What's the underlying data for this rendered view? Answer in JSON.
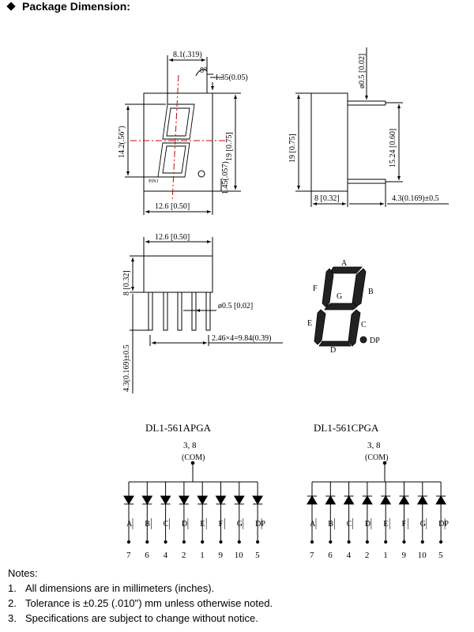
{
  "heading": "Package Dimension:",
  "front_view": {
    "dim_slant": "8.1(.319)",
    "dim_angle": "8°",
    "dim_top_right": "1.35(0.05)",
    "dim_digit_height": "14.2(.56\")",
    "dim_height": "19 [0.75]",
    "dim_bottom": "1.45(.057)",
    "dim_width": "12.6 [0.50]",
    "pin_label": "PIN1"
  },
  "side_view": {
    "dim_pin_dia": "ø0.5 [0.02]",
    "dim_height": "19 [0.75]",
    "dim_pin_span": "15.24 [0.60]",
    "dim_depth": "8 [0.32]",
    "dim_pin_len": "4.3(0.169)±0.5"
  },
  "bottom_view": {
    "dim_width": "12.6 [0.50]",
    "dim_depth": "8 [0.32]",
    "dim_pin_dia": "ø0.5 [0.02]",
    "dim_pin_pitch": "2.46×4=9.84(0.39)",
    "dim_pin_len": "4.3(0.169)±0.5"
  },
  "segment_diagram": {
    "labels": {
      "a": "A",
      "b": "B",
      "c": "C",
      "d": "D",
      "e": "E",
      "f": "F",
      "g": "G",
      "dp": "DP"
    }
  },
  "circuits": [
    {
      "model": "DL1-561APGA",
      "com_pins": "3, 8",
      "com_label": "(COM)",
      "segments": [
        "A",
        "B",
        "C",
        "D",
        "E",
        "F",
        "G",
        "DP"
      ],
      "pins": [
        "7",
        "6",
        "4",
        "2",
        "1",
        "9",
        "10",
        "5"
      ],
      "diode_direction": "down"
    },
    {
      "model": "DL1-561CPGA",
      "com_pins": "3, 8",
      "com_label": "(COM)",
      "segments": [
        "A",
        "B",
        "C",
        "D",
        "E",
        "F",
        "G",
        "DP"
      ],
      "pins": [
        "7",
        "6",
        "4",
        "2",
        "1",
        "9",
        "10",
        "5"
      ],
      "diode_direction": "up"
    }
  ],
  "notes": {
    "title": "Notes:",
    "items": [
      {
        "num": "1.",
        "text": "All dimensions are in millimeters (inches)."
      },
      {
        "num": "2.",
        "text": "Tolerance is ±0.25 (.010\") mm unless otherwise noted."
      },
      {
        "num": "3.",
        "text": "Specifications are subject to change without notice."
      }
    ]
  }
}
